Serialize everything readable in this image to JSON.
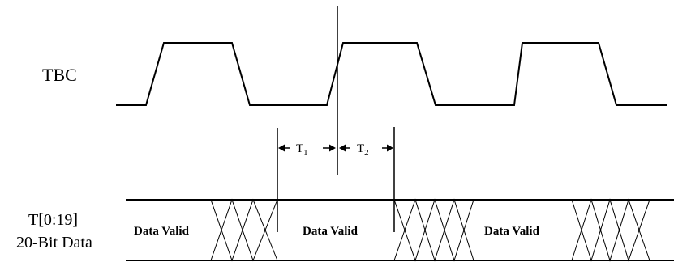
{
  "signals": {
    "clock_label": "TBC",
    "bus_label_line1": "T[0:19]",
    "bus_label_line2": "20-Bit Data"
  },
  "bus": {
    "valid_windows": [
      "Data Valid",
      "Data Valid",
      "Data Valid"
    ]
  },
  "timing": {
    "t1": {
      "main": "T",
      "sub": "1"
    },
    "t2": {
      "main": "T",
      "sub": "2"
    }
  },
  "colors": {
    "line": "#000000",
    "background": "#ffffff"
  }
}
